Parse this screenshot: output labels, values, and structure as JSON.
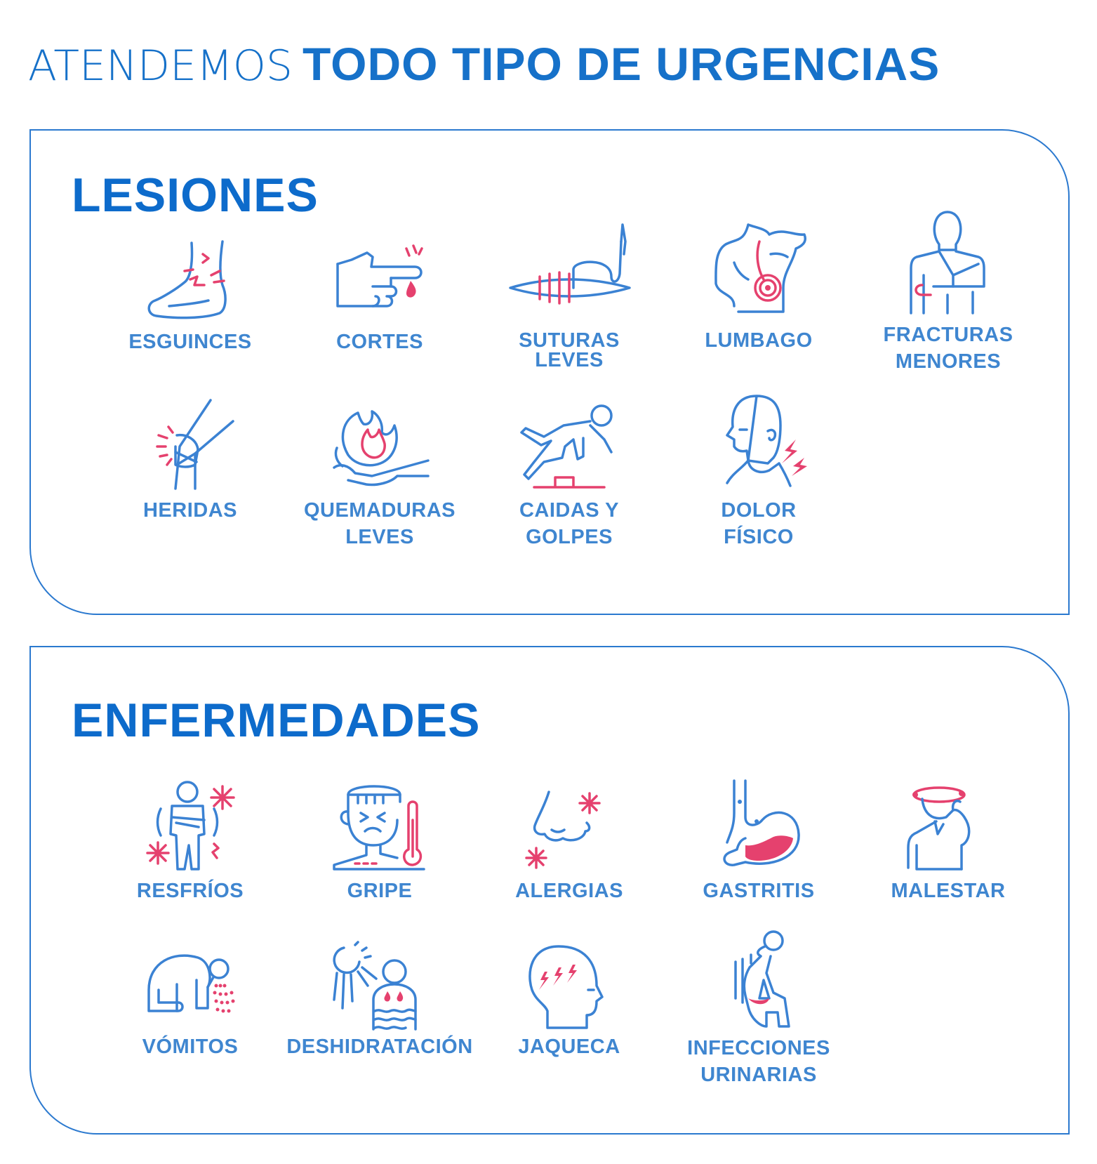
{
  "headline": {
    "light": "ATENDEMOS",
    "bold": "TODO TIPO DE URGENCIAS"
  },
  "lesiones": {
    "title": "LESIONES",
    "items": [
      {
        "icon": "sprained-ankle-icon",
        "line1": "ESGUINCES",
        "line2": ""
      },
      {
        "icon": "cut-finger-icon",
        "line1": "CORTES",
        "line2": ""
      },
      {
        "icon": "suture-needle-icon",
        "line1": "SUTURAS",
        "line2": "LEVES"
      },
      {
        "icon": "back-pain-icon",
        "line1": "LUMBAGO",
        "line2": ""
      },
      {
        "icon": "arm-sling-icon",
        "line1": "FRACTURAS",
        "line2": "MENORES"
      },
      {
        "icon": "injured-knee-icon",
        "line1": "HERIDAS",
        "line2": ""
      },
      {
        "icon": "burned-hand-icon",
        "line1": "QUEMADURAS",
        "line2": "LEVES"
      },
      {
        "icon": "falling-person-icon",
        "line1": "CAIDAS Y",
        "line2": "GOLPES"
      },
      {
        "icon": "neck-pain-icon",
        "line1": "DOLOR",
        "line2": "FÍSICO"
      }
    ]
  },
  "enfermedades": {
    "title": "ENFERMEDADES",
    "items": [
      {
        "icon": "shivering-cold-icon",
        "line1": "RESFRÍOS",
        "line2": ""
      },
      {
        "icon": "fever-thermometer-icon",
        "line1": "GRIPE",
        "line2": ""
      },
      {
        "icon": "allergy-nose-icon",
        "line1": "ALERGIAS",
        "line2": ""
      },
      {
        "icon": "stomach-icon",
        "line1": "GASTRITIS",
        "line2": ""
      },
      {
        "icon": "dizzy-person-icon",
        "line1": "MALESTAR",
        "line2": ""
      },
      {
        "icon": "vomiting-person-icon",
        "line1": "VÓMITOS",
        "line2": ""
      },
      {
        "icon": "sun-dehydration-icon",
        "line1": "DESHIDRATACIÓN",
        "line2": ""
      },
      {
        "icon": "migraine-head-icon",
        "line1": "JAQUECA",
        "line2": ""
      },
      {
        "icon": "urinary-infection-icon",
        "line1": "INFECCIONES",
        "line2": "URINARIAS"
      }
    ]
  },
  "colors": {
    "primary": "#0d6bcb",
    "icon_blue": "#3b82d3",
    "accent_red": "#e5416e",
    "border": "#2b79cf"
  }
}
